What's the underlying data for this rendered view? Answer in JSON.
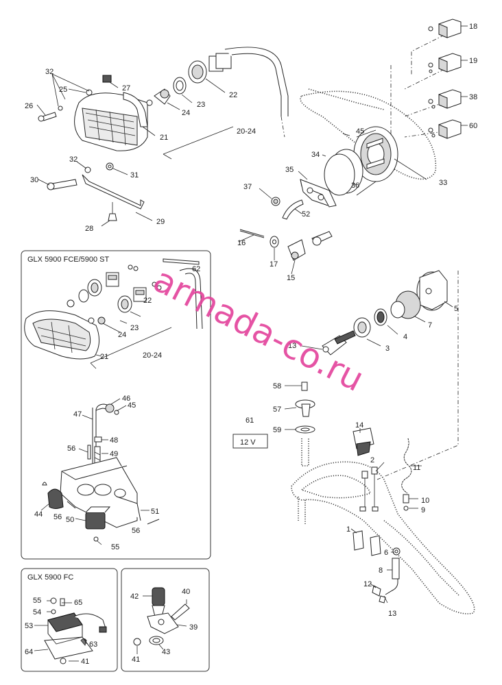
{
  "watermark": "armada-co.ru",
  "voltage_label": "12 V",
  "voltage_ref": "61",
  "boxes": {
    "fce_st": "GLX 5900 FCE/5900 ST",
    "fc_left": "GLX 5900 FC"
  },
  "colors": {
    "watermark": "#e2409a",
    "line": "#222222",
    "background": "#ffffff"
  },
  "callouts": [
    {
      "id": "c18",
      "label": "18"
    },
    {
      "id": "c19",
      "label": "19"
    },
    {
      "id": "c38",
      "label": "38"
    },
    {
      "id": "c60",
      "label": "60"
    },
    {
      "id": "c32a",
      "label": "32"
    },
    {
      "id": "c25",
      "label": "25"
    },
    {
      "id": "c27",
      "label": "27"
    },
    {
      "id": "c26",
      "label": "26"
    },
    {
      "id": "c22a",
      "label": "22"
    },
    {
      "id": "c23a",
      "label": "23"
    },
    {
      "id": "c24a",
      "label": "24"
    },
    {
      "id": "c21a",
      "label": "21"
    },
    {
      "id": "c2024a",
      "label": "20-24"
    },
    {
      "id": "c45a",
      "label": "45"
    },
    {
      "id": "c32b",
      "label": "32"
    },
    {
      "id": "c31",
      "label": "31"
    },
    {
      "id": "c30",
      "label": "30"
    },
    {
      "id": "c34",
      "label": "34"
    },
    {
      "id": "c35",
      "label": "35"
    },
    {
      "id": "c33",
      "label": "33"
    },
    {
      "id": "c36",
      "label": "36"
    },
    {
      "id": "c37",
      "label": "37"
    },
    {
      "id": "c52",
      "label": "52"
    },
    {
      "id": "c28",
      "label": "28"
    },
    {
      "id": "c29",
      "label": "29"
    },
    {
      "id": "c16",
      "label": "16"
    },
    {
      "id": "c17",
      "label": "17"
    },
    {
      "id": "c15",
      "label": "15"
    },
    {
      "id": "c62",
      "label": "62"
    },
    {
      "id": "c22b",
      "label": "22"
    },
    {
      "id": "c23b",
      "label": "23"
    },
    {
      "id": "c24b",
      "label": "24"
    },
    {
      "id": "c21b",
      "label": "21"
    },
    {
      "id": "c2024b",
      "label": "20-24"
    },
    {
      "id": "c5",
      "label": "5"
    },
    {
      "id": "c7",
      "label": "7"
    },
    {
      "id": "c4",
      "label": "4"
    },
    {
      "id": "c3",
      "label": "3"
    },
    {
      "id": "c13a",
      "label": "13"
    },
    {
      "id": "c58",
      "label": "58"
    },
    {
      "id": "c57",
      "label": "57"
    },
    {
      "id": "c59",
      "label": "59"
    },
    {
      "id": "c46",
      "label": "46"
    },
    {
      "id": "c45b",
      "label": "45"
    },
    {
      "id": "c47",
      "label": "47"
    },
    {
      "id": "c48",
      "label": "48"
    },
    {
      "id": "c56a",
      "label": "56"
    },
    {
      "id": "c49",
      "label": "49"
    },
    {
      "id": "c14",
      "label": "14"
    },
    {
      "id": "c2",
      "label": "2"
    },
    {
      "id": "c11",
      "label": "11"
    },
    {
      "id": "c10",
      "label": "10"
    },
    {
      "id": "c9",
      "label": "9"
    },
    {
      "id": "c44",
      "label": "44"
    },
    {
      "id": "c56b",
      "label": "56"
    },
    {
      "id": "c50",
      "label": "50"
    },
    {
      "id": "c51",
      "label": "51"
    },
    {
      "id": "c56c",
      "label": "56"
    },
    {
      "id": "c55a",
      "label": "55"
    },
    {
      "id": "c1",
      "label": "1"
    },
    {
      "id": "c6",
      "label": "6"
    },
    {
      "id": "c8",
      "label": "8"
    },
    {
      "id": "c12",
      "label": "12"
    },
    {
      "id": "c13b",
      "label": "13"
    },
    {
      "id": "c55b",
      "label": "55"
    },
    {
      "id": "c65",
      "label": "65"
    },
    {
      "id": "c54",
      "label": "54"
    },
    {
      "id": "c53",
      "label": "53"
    },
    {
      "id": "c63",
      "label": "63"
    },
    {
      "id": "c64",
      "label": "64"
    },
    {
      "id": "c41a",
      "label": "41"
    },
    {
      "id": "c42",
      "label": "42"
    },
    {
      "id": "c40",
      "label": "40"
    },
    {
      "id": "c39",
      "label": "39"
    },
    {
      "id": "c41b",
      "label": "41"
    },
    {
      "id": "c43",
      "label": "43"
    }
  ]
}
